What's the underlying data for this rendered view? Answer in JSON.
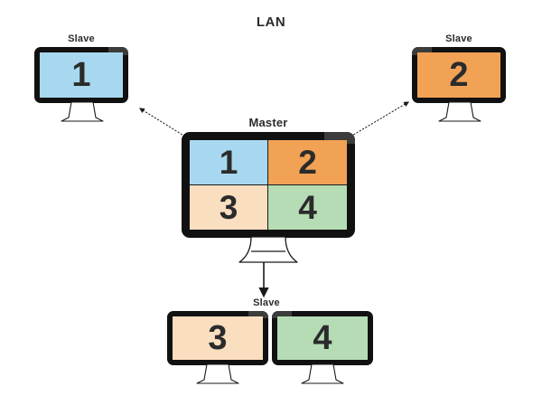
{
  "diagram": {
    "title": "LAN",
    "type": "network-topology",
    "colors": {
      "blue": "#A8D8F0",
      "orange": "#F2A254",
      "peach": "#FADEC0",
      "green": "#B5DCB4",
      "bezel": "#111111",
      "notch": "#3C3C3C",
      "text": "#2B2B2B",
      "arrow": "#1A1A1A"
    },
    "nodes": [
      {
        "id": "slave-1",
        "label": "Slave",
        "screens": [
          {
            "number": "1",
            "color": "#A8D8F0"
          }
        ],
        "notch": "right"
      },
      {
        "id": "slave-2",
        "label": "Slave",
        "screens": [
          {
            "number": "2",
            "color": "#F2A254"
          }
        ],
        "notch": "left"
      },
      {
        "id": "master",
        "label": "Master",
        "screens": [
          {
            "number": "1",
            "color": "#A8D8F0"
          },
          {
            "number": "2",
            "color": "#F2A254"
          },
          {
            "number": "3",
            "color": "#FADEC0"
          },
          {
            "number": "4",
            "color": "#B5DCB4"
          }
        ],
        "notch": "right"
      },
      {
        "id": "slave-3",
        "label": "Slave",
        "screens": [
          {
            "number": "3",
            "color": "#FADEC0"
          }
        ],
        "notch": "right"
      },
      {
        "id": "slave-4",
        "label": "",
        "screens": [
          {
            "number": "4",
            "color": "#B5DCB4"
          }
        ],
        "notch": "left"
      }
    ],
    "connections": [
      {
        "from": "master",
        "to": "slave-1",
        "style": "dashed-arrow"
      },
      {
        "from": "master",
        "to": "slave-2",
        "style": "dashed-arrow"
      },
      {
        "from": "master",
        "to": "slave-3",
        "style": "solid-arrow"
      }
    ]
  }
}
